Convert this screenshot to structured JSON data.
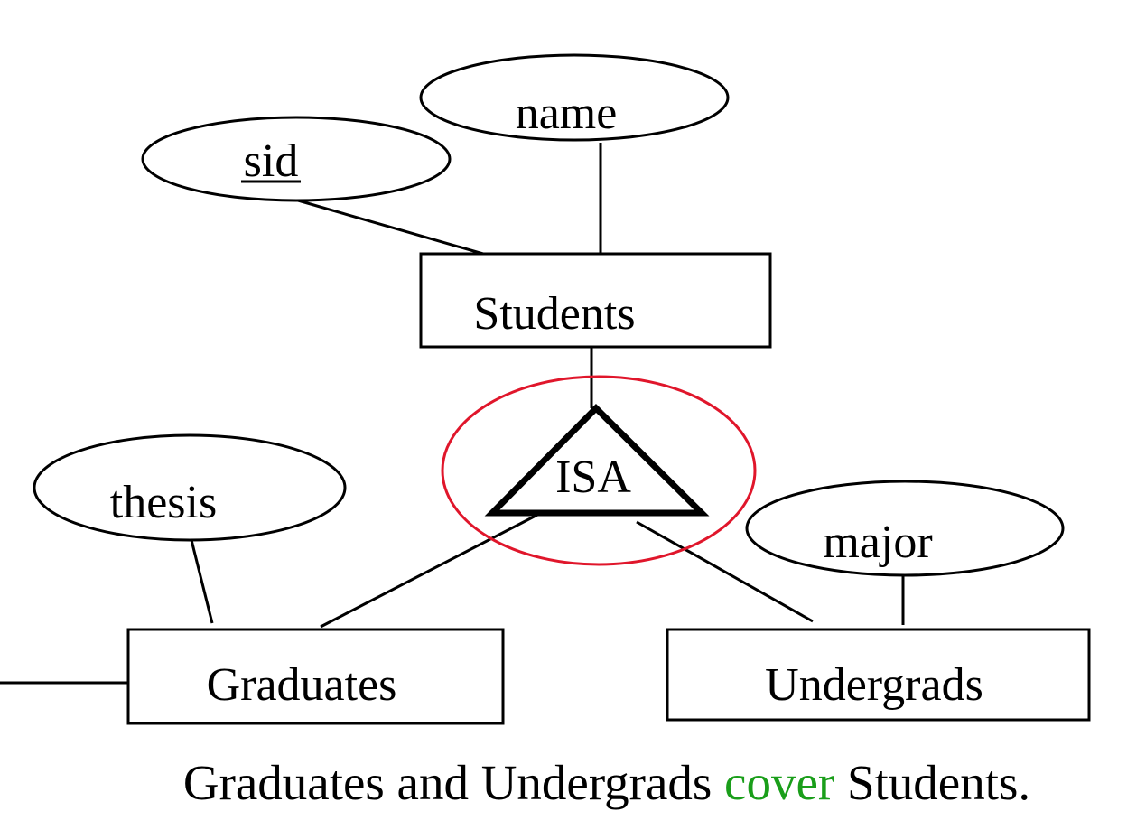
{
  "entities": {
    "students": "Students",
    "graduates": "Graduates",
    "undergrads": "Undergrads"
  },
  "attributes": {
    "sid": "sid",
    "name": "name",
    "thesis": "thesis",
    "major": "major"
  },
  "isa": {
    "label": "ISA"
  },
  "caption": {
    "part1": "Graduates and Undergrads ",
    "highlight": "cover",
    "part2": " Students."
  },
  "colors": {
    "isa_label": "#1a9e1a",
    "highlight_circle": "#e0162b",
    "caption_highlight": "#1a9e1a"
  }
}
